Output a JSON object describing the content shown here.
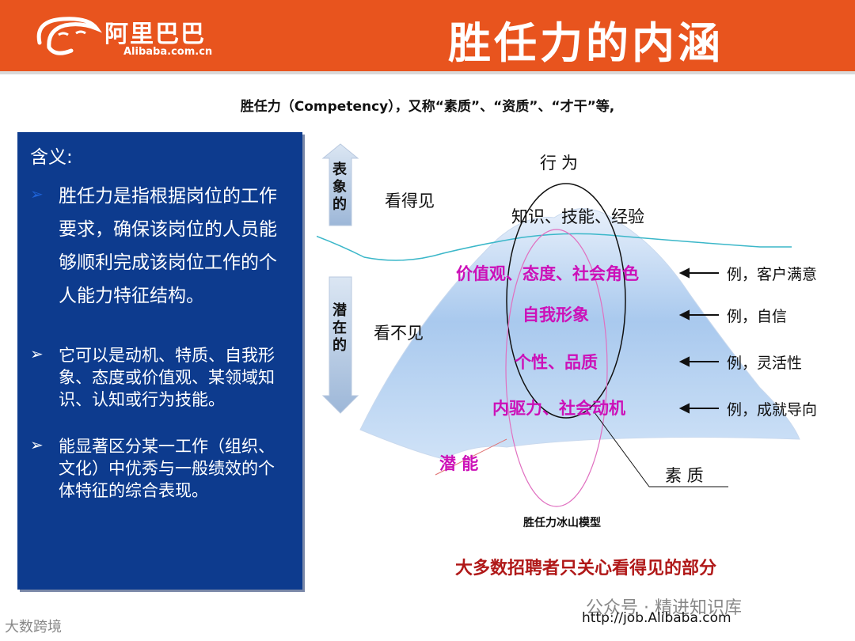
{
  "header": {
    "logo_cn": "阿里巴巴",
    "logo_en": "Alibaba.com.cn",
    "title": "胜任力的内涵",
    "accent_color": "#e8541e"
  },
  "intro": "胜任力（Competency），又称“素质”、“资质”、“才干”等,",
  "panel": {
    "heading": "含义:",
    "bullets": [
      "胜任力是指根据岗位的工作要求，确保该岗位的人员能够顺利完成该岗位工作的个人能力特征结构。",
      "它可以是动机、特质、自我形象、态度或价值观、某领域知识、认知或行为技能。",
      "能显著区分某一工作（组织、文化）中优秀与一般绩效的个体特征的综合表现。"
    ],
    "bullet_icons": [
      "arrow-bullet-icon",
      "arrow-bullet-icon",
      "arrow-bullet-icon"
    ],
    "background_color": "#0d3b8e"
  },
  "diagram": {
    "arrow_up_label": "表象的",
    "arrow_down_label": "潜在的",
    "visible": "看得见",
    "invisible": "看不见",
    "top_label": "行为",
    "above_water": "知识、技能、经验",
    "below_water": [
      "价值观、态度、社会角色",
      "自我形象",
      "个性、品质",
      "内驱力、社会动机"
    ],
    "examples": [
      "例，客户满意",
      "例，自信",
      "例，灵活性",
      "例，成就导向"
    ],
    "potential": "潜 能",
    "quality": "素 质"
  },
  "caption": "胜任力冰山模型",
  "slogan": "大多数招聘者只关心看得见的部分",
  "footer": {
    "wechat": "公众号 · 精进知识库",
    "url": "http://job.Alibaba.com",
    "watermark": "大数跨境"
  }
}
